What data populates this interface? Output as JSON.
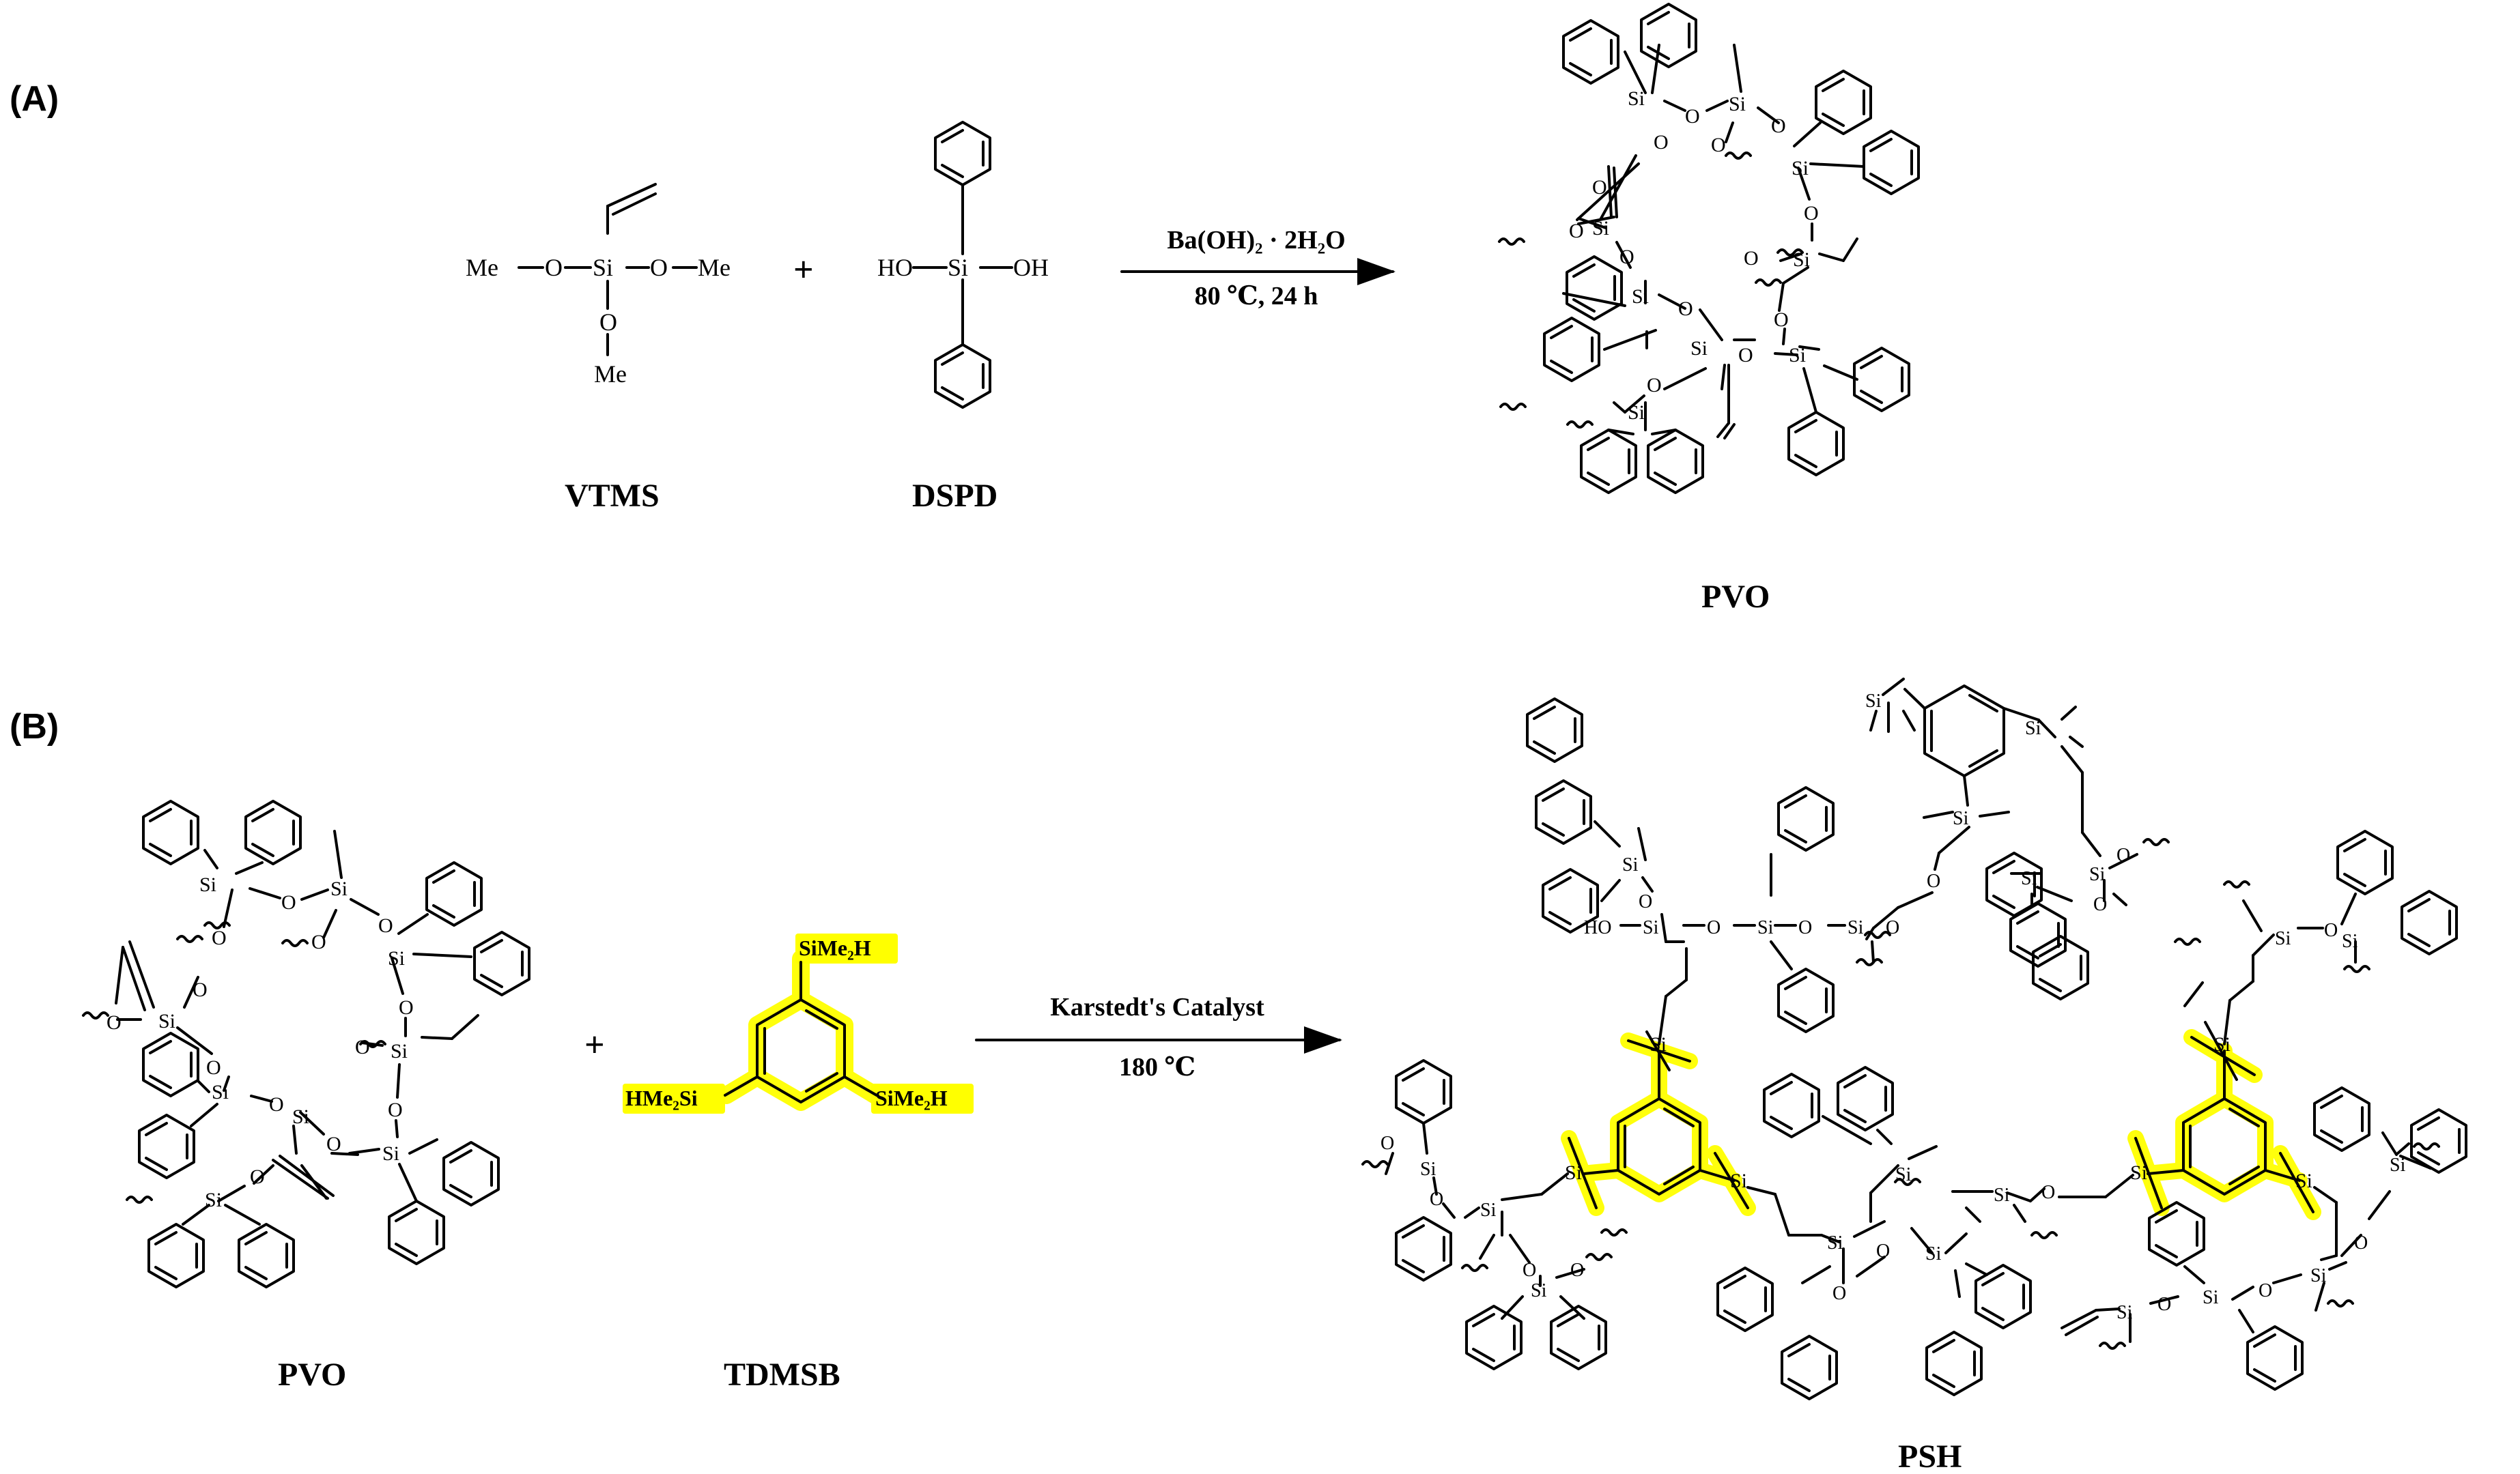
{
  "panels": {
    "a": "(A)",
    "b": "(B)"
  },
  "reaction_a": {
    "reagent_1": "VTMS",
    "reagent_2": "DSPD",
    "product": "PVO",
    "plus": "+",
    "condition_1": "Ba(OH)₂ · 2H₂O",
    "condition_2": "80 ℃, 24 h",
    "atoms": {
      "me": "Me",
      "o": "O",
      "si": "Si",
      "oh": "OH",
      "ho": "HO"
    }
  },
  "reaction_b": {
    "reagent_1": "PVO",
    "reagent_2": "TDMSB",
    "product": "PSH",
    "plus": "+",
    "condition_1": "Karstedt's Catalyst",
    "condition_2": "180 ℃",
    "atoms": {
      "sime2h": "SiMe₂H",
      "hme2si": "HMe₂Si",
      "si": "Si",
      "o": "O",
      "ho": "HO"
    }
  },
  "colors": {
    "highlight": "#ffff00",
    "bond": "#000000"
  }
}
